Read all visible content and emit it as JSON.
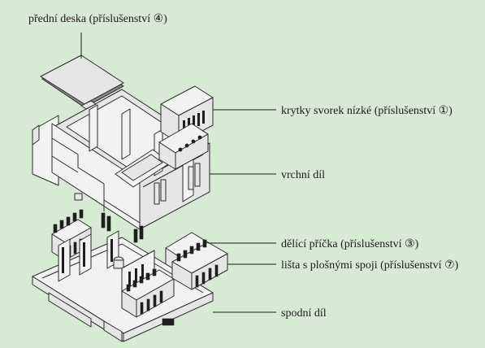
{
  "labels": {
    "front_plate": "přední deska (příslušenství ④)",
    "terminal_covers": "krytky svorek nízké (příslušenství ①)",
    "upper_part": "vrchní díl",
    "divider": "dělící příčka (příslušenství ③)",
    "pcb_strip": "lišta s plošnými spoji (příslušenství ⑦)",
    "lower_part": "spodní díl"
  },
  "colors": {
    "background": "#d7ead4",
    "line": "#2a2a2a",
    "fill": "#e6e6e6"
  }
}
